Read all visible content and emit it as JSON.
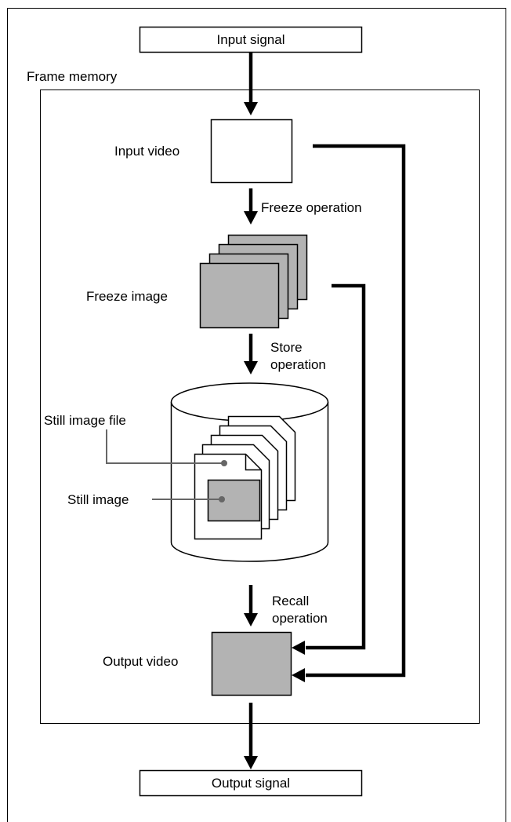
{
  "signals": {
    "input": "Input signal",
    "output": "Output signal"
  },
  "frame_memory": {
    "label": "Frame memory"
  },
  "stages": {
    "input_video": "Input video",
    "freeze_image": "Freeze image",
    "output_video": "Output video"
  },
  "operations": {
    "freeze": "Freeze operation",
    "store_line1": "Store",
    "store_line2": "operation",
    "recall_line1": "Recall",
    "recall_line2": "operation"
  },
  "storage": {
    "still_image_file": "Still image file",
    "still_image": "Still image"
  },
  "colors": {
    "fill_gray": "#b3b3b3",
    "line": "#000000",
    "leader_line": "#666666",
    "background": "#ffffff"
  }
}
